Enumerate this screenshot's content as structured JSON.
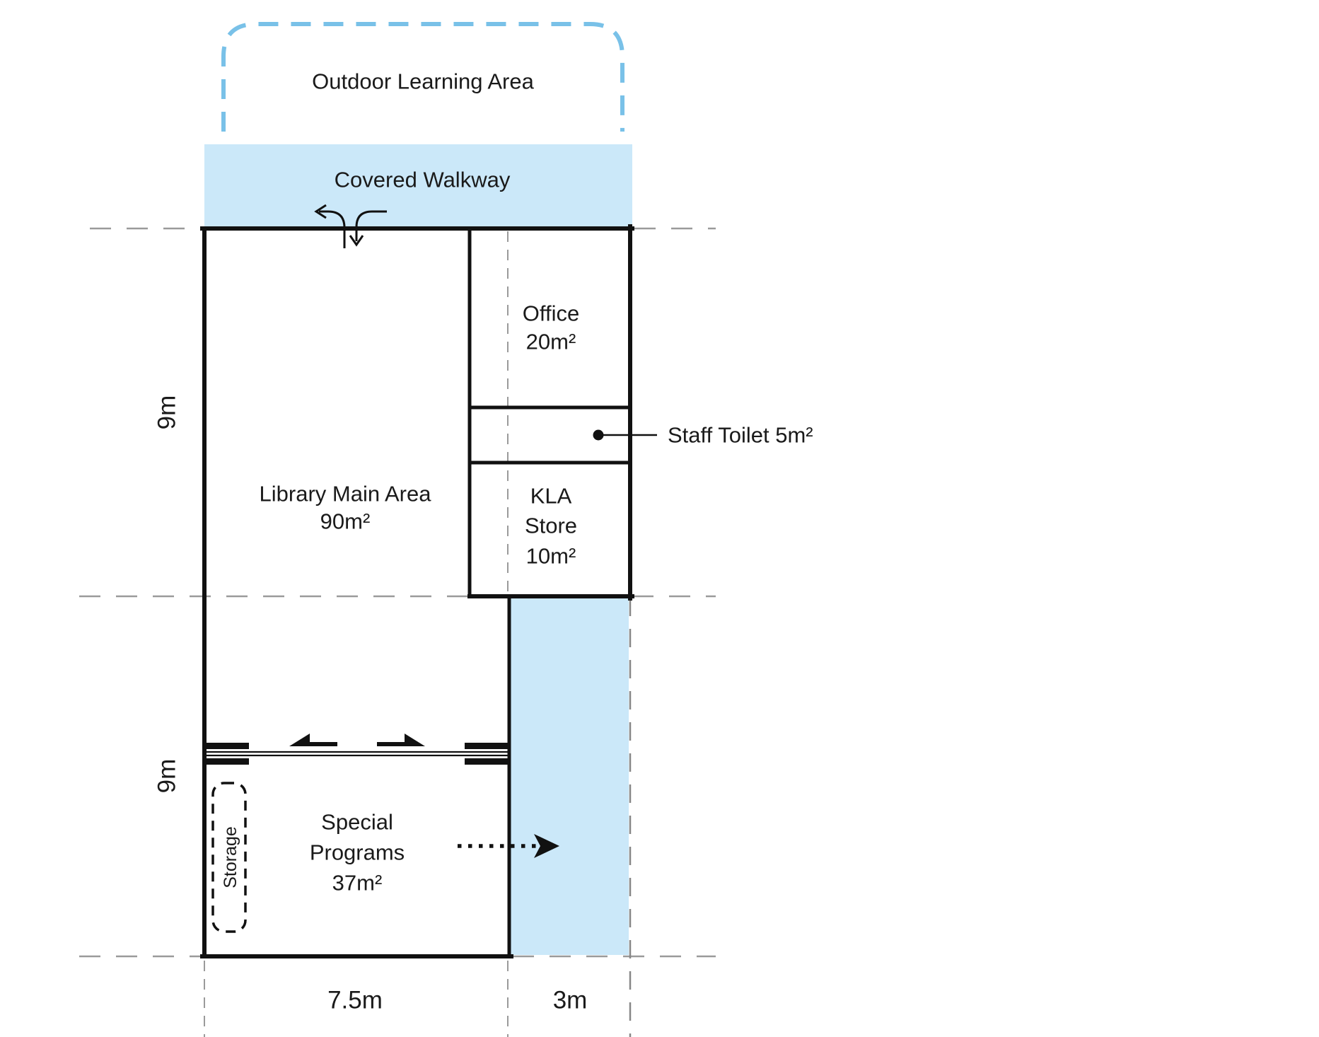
{
  "plan": {
    "title": "library-floor-plan",
    "outdoor_area": {
      "label": "Outdoor Learning Area"
    },
    "covered_walkway": {
      "label": "Covered Walkway"
    },
    "rooms": {
      "library": {
        "name": "Library Main Area",
        "area": "90m²"
      },
      "office": {
        "name": "Office",
        "area": "20m²"
      },
      "staff_toilet": {
        "callout": "Staff Toilet 5m²"
      },
      "kla_store": {
        "line1": "KLA",
        "line2": "Store",
        "area": "10m²"
      },
      "special_programs": {
        "line1": "Special",
        "line2": "Programs",
        "area": "37m²"
      },
      "storage": {
        "name": "Storage"
      }
    },
    "dimensions": {
      "upper_height": "9m",
      "lower_height": "9m",
      "main_width": "7.5m",
      "side_width": "3m"
    },
    "colors": {
      "zone_fill": "#CBE8F9",
      "zone_dash": "#79C1E8",
      "grid_dash": "#9A9A9A",
      "wall": "#111111"
    }
  }
}
